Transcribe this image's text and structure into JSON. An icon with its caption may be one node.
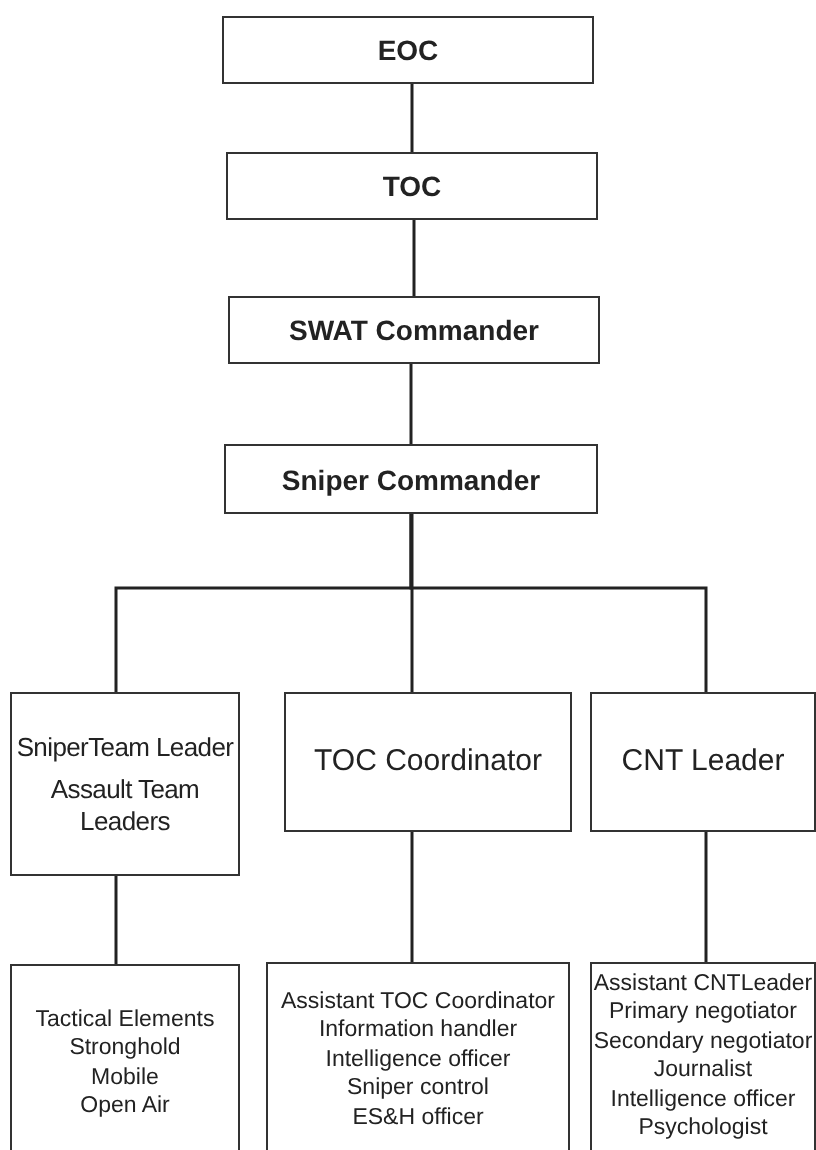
{
  "diagram": {
    "nodes": [
      {
        "text": [
          "EOC"
        ]
      },
      {
        "text": [
          "TOC"
        ]
      },
      {
        "text": [
          "SWAT Commander"
        ]
      },
      {
        "text": [
          "Sniper Commander"
        ]
      },
      {
        "text": [
          "SniperTeam Leader",
          "Assault Team Leaders"
        ]
      },
      {
        "text": [
          "TOC Coordinator"
        ]
      },
      {
        "text": [
          "CNT Leader"
        ]
      },
      {
        "text": [
          "Tactical Elements",
          "Stronghold",
          "Mobile",
          "Open Air"
        ]
      },
      {
        "text": [
          "Assistant TOC Coordinator",
          "Information handler",
          "Intelligence officer",
          "Sniper control",
          "ES&H officer"
        ]
      },
      {
        "text": [
          "Assistant CNTLeader",
          "Primary negotiator",
          "Secondary negotiator",
          "Journalist",
          "Intelligence officer",
          "Psychologist"
        ]
      }
    ],
    "edges": [
      {
        "from": 0,
        "to": 1,
        "arrow": "none"
      },
      {
        "from": 1,
        "to": 2,
        "arrow": "none"
      },
      {
        "from": 2,
        "to": 3,
        "arrow": "none"
      },
      {
        "from": 3,
        "to": 4,
        "arrow": "none"
      },
      {
        "from": 3,
        "to": 5,
        "arrow": "none"
      },
      {
        "from": 3,
        "to": 6,
        "arrow": "none"
      },
      {
        "from": 4,
        "to": 7,
        "arrow": "none"
      },
      {
        "from": 5,
        "to": 8,
        "arrow": "none"
      },
      {
        "from": 6,
        "to": 9,
        "arrow": "none"
      }
    ]
  }
}
